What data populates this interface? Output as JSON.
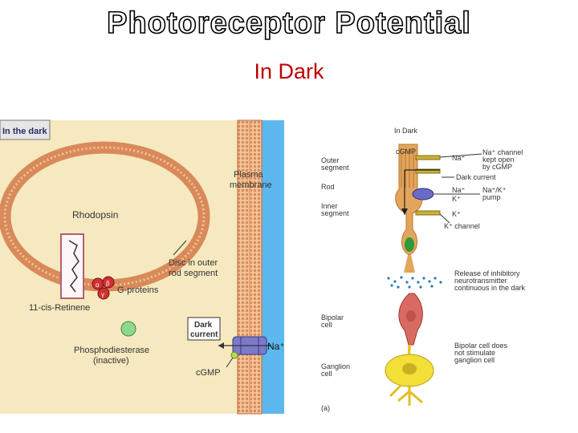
{
  "slide": {
    "title": "Photoreceptor Potential",
    "subtitle": "In Dark"
  },
  "left_panel": {
    "tab_label": "In the dark",
    "rhodopsin": "Rhodopsin",
    "plasma_membrane": [
      "Plasma",
      "membrane"
    ],
    "disc": [
      "Disc in outer",
      "rod segment"
    ],
    "g_proteins": "G-proteins",
    "retinene": "11-cis-Retinene",
    "dark_current": [
      "Dark",
      "current"
    ],
    "na": "Na⁺",
    "pde": [
      "Phosphodiesterase",
      "(inactive)"
    ],
    "cgmp": "cGMP",
    "greek": [
      "α",
      "β",
      "γ"
    ]
  },
  "right_panel": {
    "header": "In Dark",
    "cgmp": "cGMP",
    "outer_segment": [
      "Outer",
      "segment"
    ],
    "rod": "Rod",
    "inner_segment": [
      "Inner",
      "segment"
    ],
    "na1": "Na⁺",
    "na2": "Na⁺",
    "k1": "K⁺",
    "k2": "K⁺",
    "na_channel": [
      "Na⁺ channel",
      "kept open",
      "by cGMP"
    ],
    "dark_current": "Dark current",
    "pump": [
      "Na⁺/K⁺",
      "pump"
    ],
    "k_channel": "K⁺ channel",
    "release": [
      "Release of inhibitory",
      "neurotransmitter",
      "continuous in the dark"
    ],
    "bipolar_cell": [
      "Bipolar",
      "cell"
    ],
    "bipolar_note": [
      "Bipolar cell does",
      "not stimulate",
      "ganglion cell"
    ],
    "ganglion_cell": [
      "Ganglion",
      "cell"
    ],
    "figure_label": "(a)"
  }
}
